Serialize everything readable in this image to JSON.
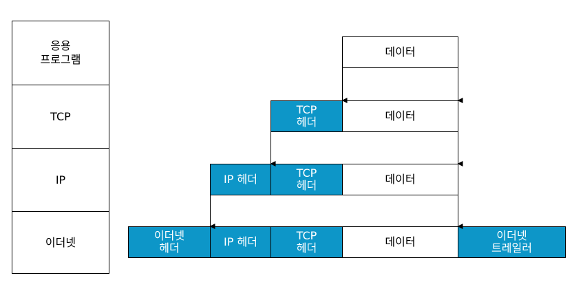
{
  "layers": {
    "application": [
      "응용",
      "프로그램"
    ],
    "tcp": "TCP",
    "ip": "IP",
    "ethernet": "이더넷"
  },
  "row_app": {
    "data": "데이터"
  },
  "row_tcp": {
    "tcp_header": [
      "TCP",
      "헤더"
    ],
    "data": "데이터"
  },
  "row_ip": {
    "ip_header": "IP 헤더",
    "tcp_header": [
      "TCP",
      "헤더"
    ],
    "data": "데이터"
  },
  "row_eth": {
    "eth_header": [
      "이더넷",
      "헤더"
    ],
    "ip_header": "IP 헤더",
    "tcp_header": [
      "TCP",
      "헤더"
    ],
    "data": "데이터",
    "eth_trailer": [
      "이더넷",
      "트레일러"
    ]
  },
  "colors": {
    "header_fill": "#0d96c8",
    "header_text": "#ffffff",
    "border": "#000000"
  }
}
